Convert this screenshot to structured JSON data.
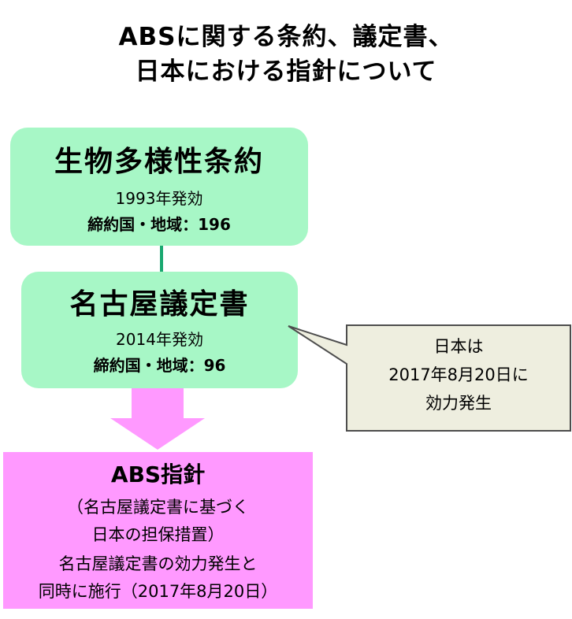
{
  "colors": {
    "green_box": "#a7f7c6",
    "pink_box": "#ff99ff",
    "pink_arrow": "#ff99ff",
    "connector": "#1aa870",
    "callout_fill": "#eeeedf",
    "callout_border": "#4d4d4d"
  },
  "title": {
    "line1": "ABSに関する条約、議定書、",
    "line2": "日本における指針について"
  },
  "cbd": {
    "name": "生物多様性条約",
    "effective": "1993年発効",
    "parties": "締約国・地域：196"
  },
  "nagoya": {
    "name": "名古屋議定書",
    "effective": "2014年発効",
    "parties": "締約国・地域：96"
  },
  "callout": {
    "line1": "日本は",
    "line2": "2017年8月20日に",
    "line3": "効力発生"
  },
  "abs_guideline": {
    "name": "ABS指針",
    "line1": "（名古屋議定書に基づく",
    "line2": "日本の担保措置）",
    "line3": "名古屋議定書の効力発生と",
    "line4": "同時に施行（2017年8月20日）"
  }
}
